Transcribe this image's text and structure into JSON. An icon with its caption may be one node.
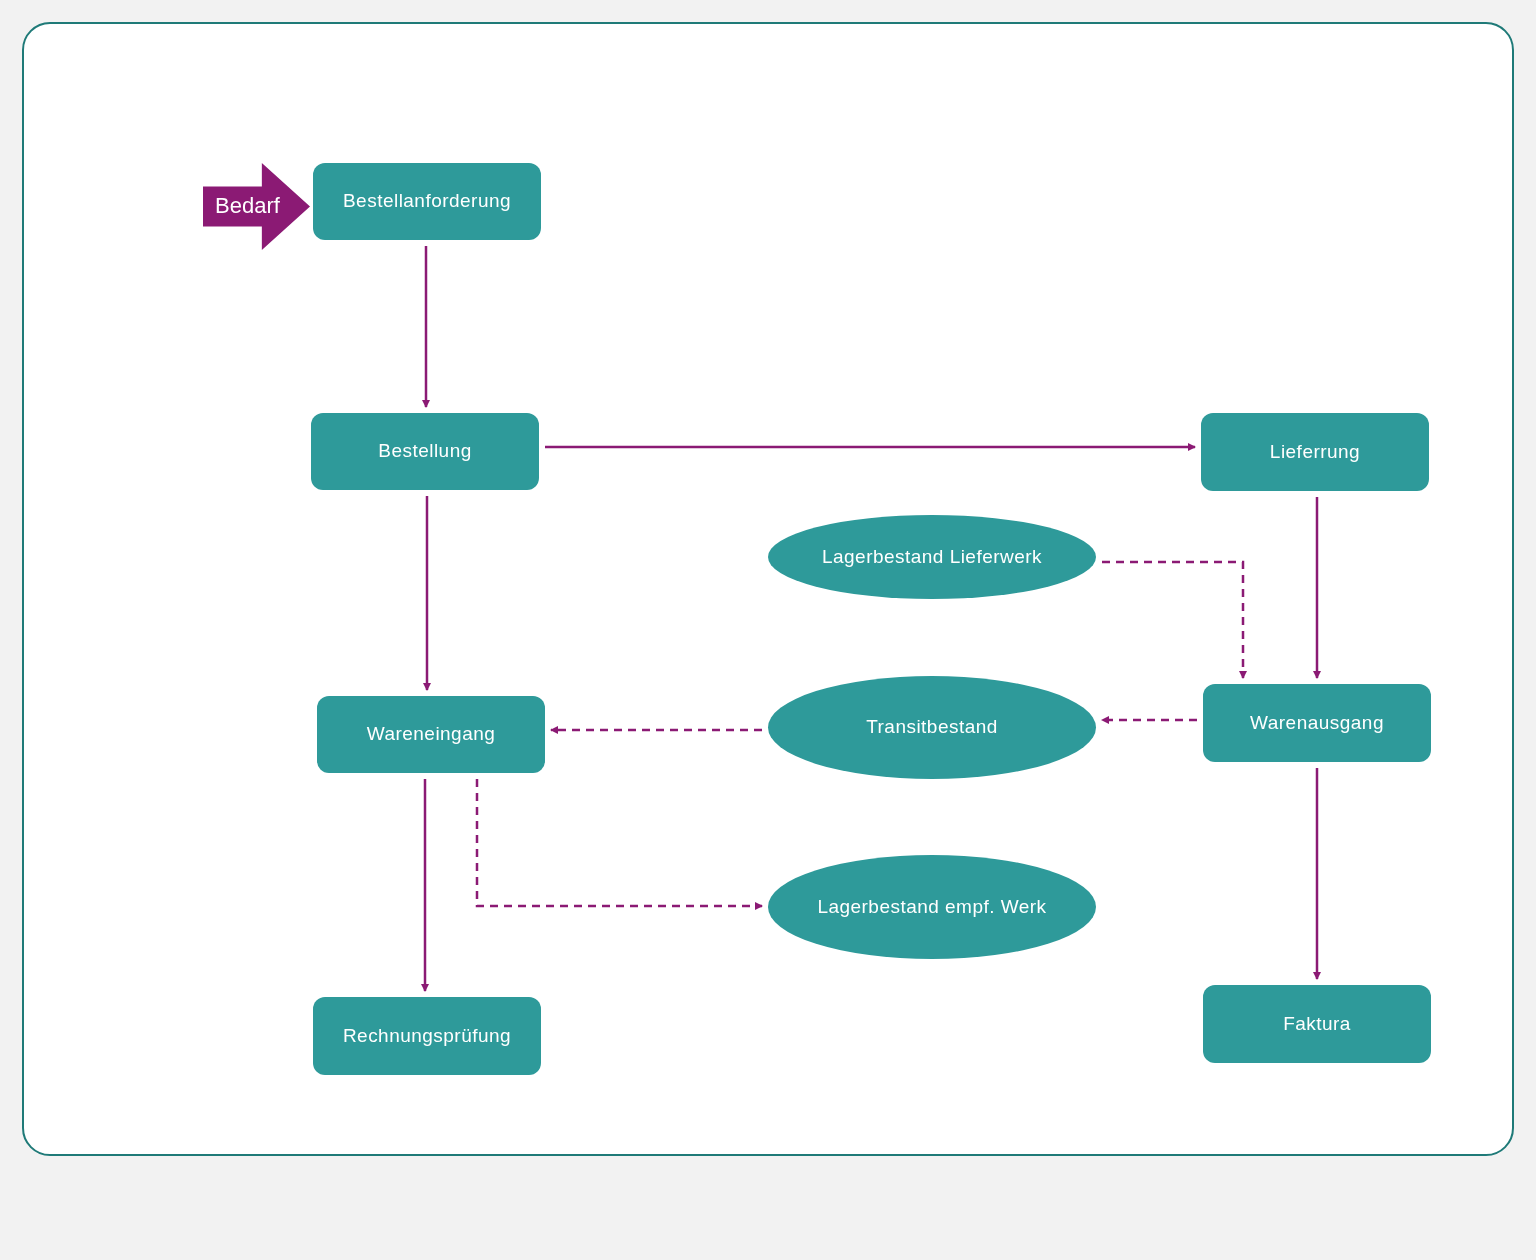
{
  "diagram": {
    "nodes": [
      {
        "text": [
          "Bedarf"
        ]
      },
      {
        "text": [
          "Bestellanforderung"
        ]
      },
      {
        "text": [
          "Bestellung"
        ]
      },
      {
        "text": [
          "Lieferrung"
        ]
      },
      {
        "text": [
          "Lagerbestand Lieferwerk"
        ]
      },
      {
        "text": [
          "Wareneingang"
        ]
      },
      {
        "text": [
          "Transitbestand"
        ]
      },
      {
        "text": [
          "Warenausgang"
        ]
      },
      {
        "text": [
          "Lagerbestand empf. Werk"
        ]
      },
      {
        "text": [
          "Rechnungsprüfung"
        ]
      },
      {
        "text": [
          "Faktura"
        ]
      }
    ],
    "edges": [
      {
        "from": 1,
        "to": 2,
        "arrow": "to"
      },
      {
        "from": 2,
        "to": 3,
        "arrow": "to"
      },
      {
        "from": 2,
        "to": 5,
        "arrow": "to"
      },
      {
        "from": 3,
        "to": 7,
        "arrow": "to"
      },
      {
        "from": 4,
        "to": 7,
        "arrow": "to",
        "style": "dashed"
      },
      {
        "from": 7,
        "to": 6,
        "arrow": "to",
        "style": "dashed"
      },
      {
        "from": 6,
        "to": 5,
        "arrow": "to",
        "style": "dashed"
      },
      {
        "from": 5,
        "to": 8,
        "arrow": "to",
        "style": "dashed"
      },
      {
        "from": 5,
        "to": 9,
        "arrow": "to"
      },
      {
        "from": 7,
        "to": 10,
        "arrow": "to"
      }
    ]
  }
}
